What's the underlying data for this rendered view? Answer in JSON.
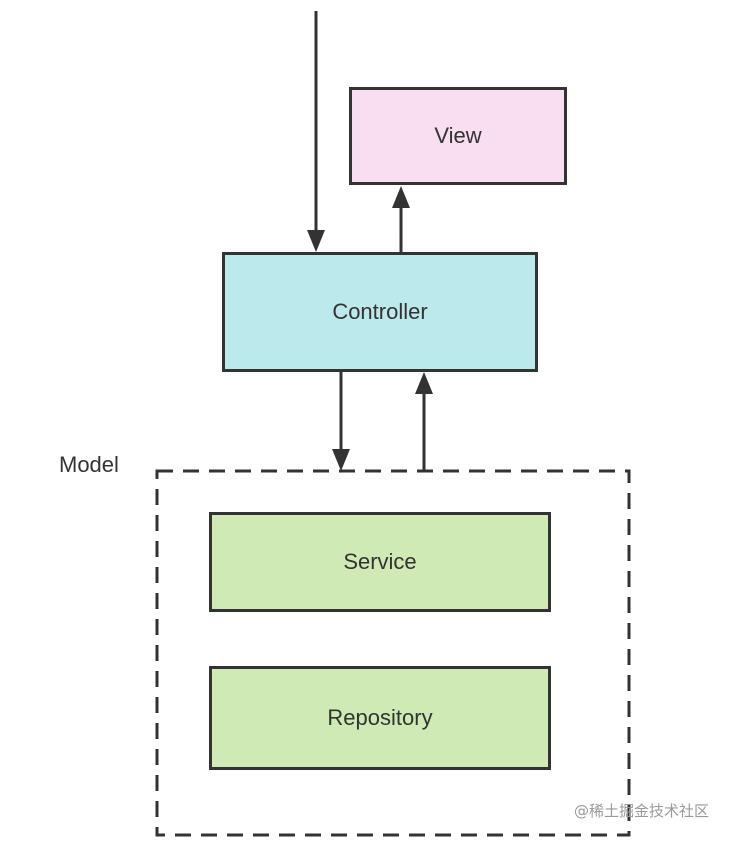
{
  "nodes": {
    "view": {
      "label": "View",
      "color": "#f8def0"
    },
    "controller": {
      "label": "Controller",
      "color": "#bce9ec"
    },
    "service": {
      "label": "Service",
      "color": "#d0eab5"
    },
    "repository": {
      "label": "Repository",
      "color": "#d0eab5"
    }
  },
  "group": {
    "label": "Model"
  },
  "watermark": "@稀土掘金技术社区",
  "colors": {
    "stroke": "#333333",
    "text": "#333333",
    "watermark": "#9a9a9a"
  }
}
